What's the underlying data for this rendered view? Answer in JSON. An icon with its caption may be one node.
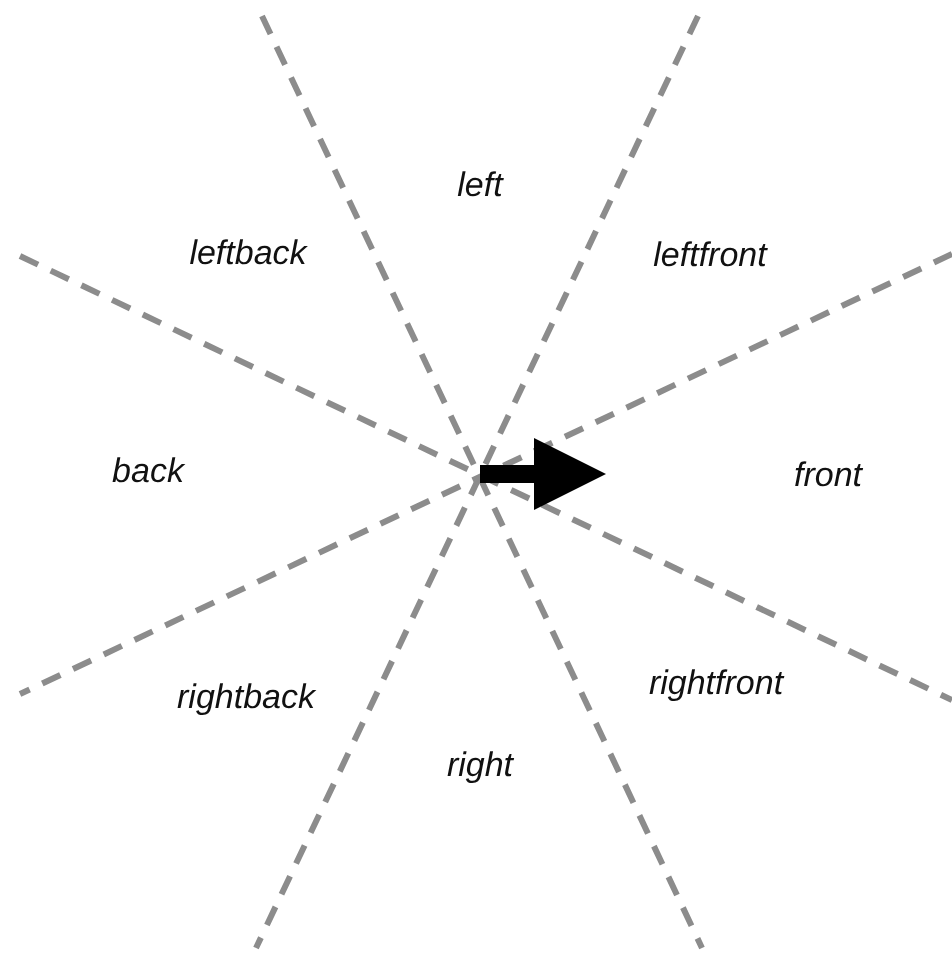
{
  "diagram": {
    "labels": [
      "left",
      "leftback",
      "leftfront",
      "back",
      "front",
      "rightfront",
      "rightback",
      "right"
    ]
  }
}
